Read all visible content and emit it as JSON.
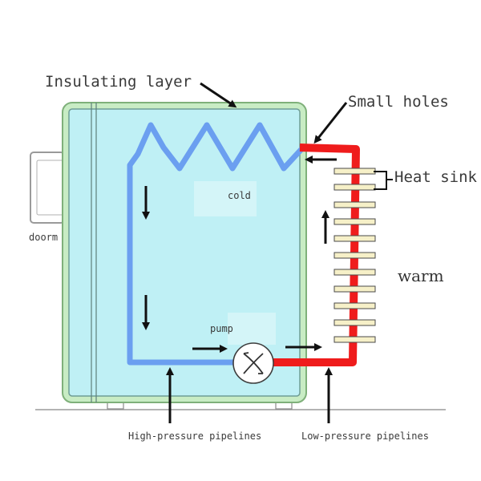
{
  "labels": {
    "insulating_layer": "Insulating layer",
    "small_holes": "Small holes",
    "heat_sink": "Heat sink",
    "cold": "cold",
    "warm": "warm",
    "door": "doorm",
    "pump": "pump",
    "high_pressure": "High-pressure pipelines",
    "low_pressure": "Low-pressure pipelines"
  },
  "colors": {
    "insulation": "#c8ecc4",
    "insulation_stroke": "#7fb07a",
    "interior": "#bff0f5",
    "cold_pipe": "#6b9ff0",
    "hot_pipe": "#ef1c1c",
    "fin_fill": "#f6f0c8"
  },
  "icons": {
    "pump": "fan-icon",
    "flow": "arrow-icon"
  }
}
